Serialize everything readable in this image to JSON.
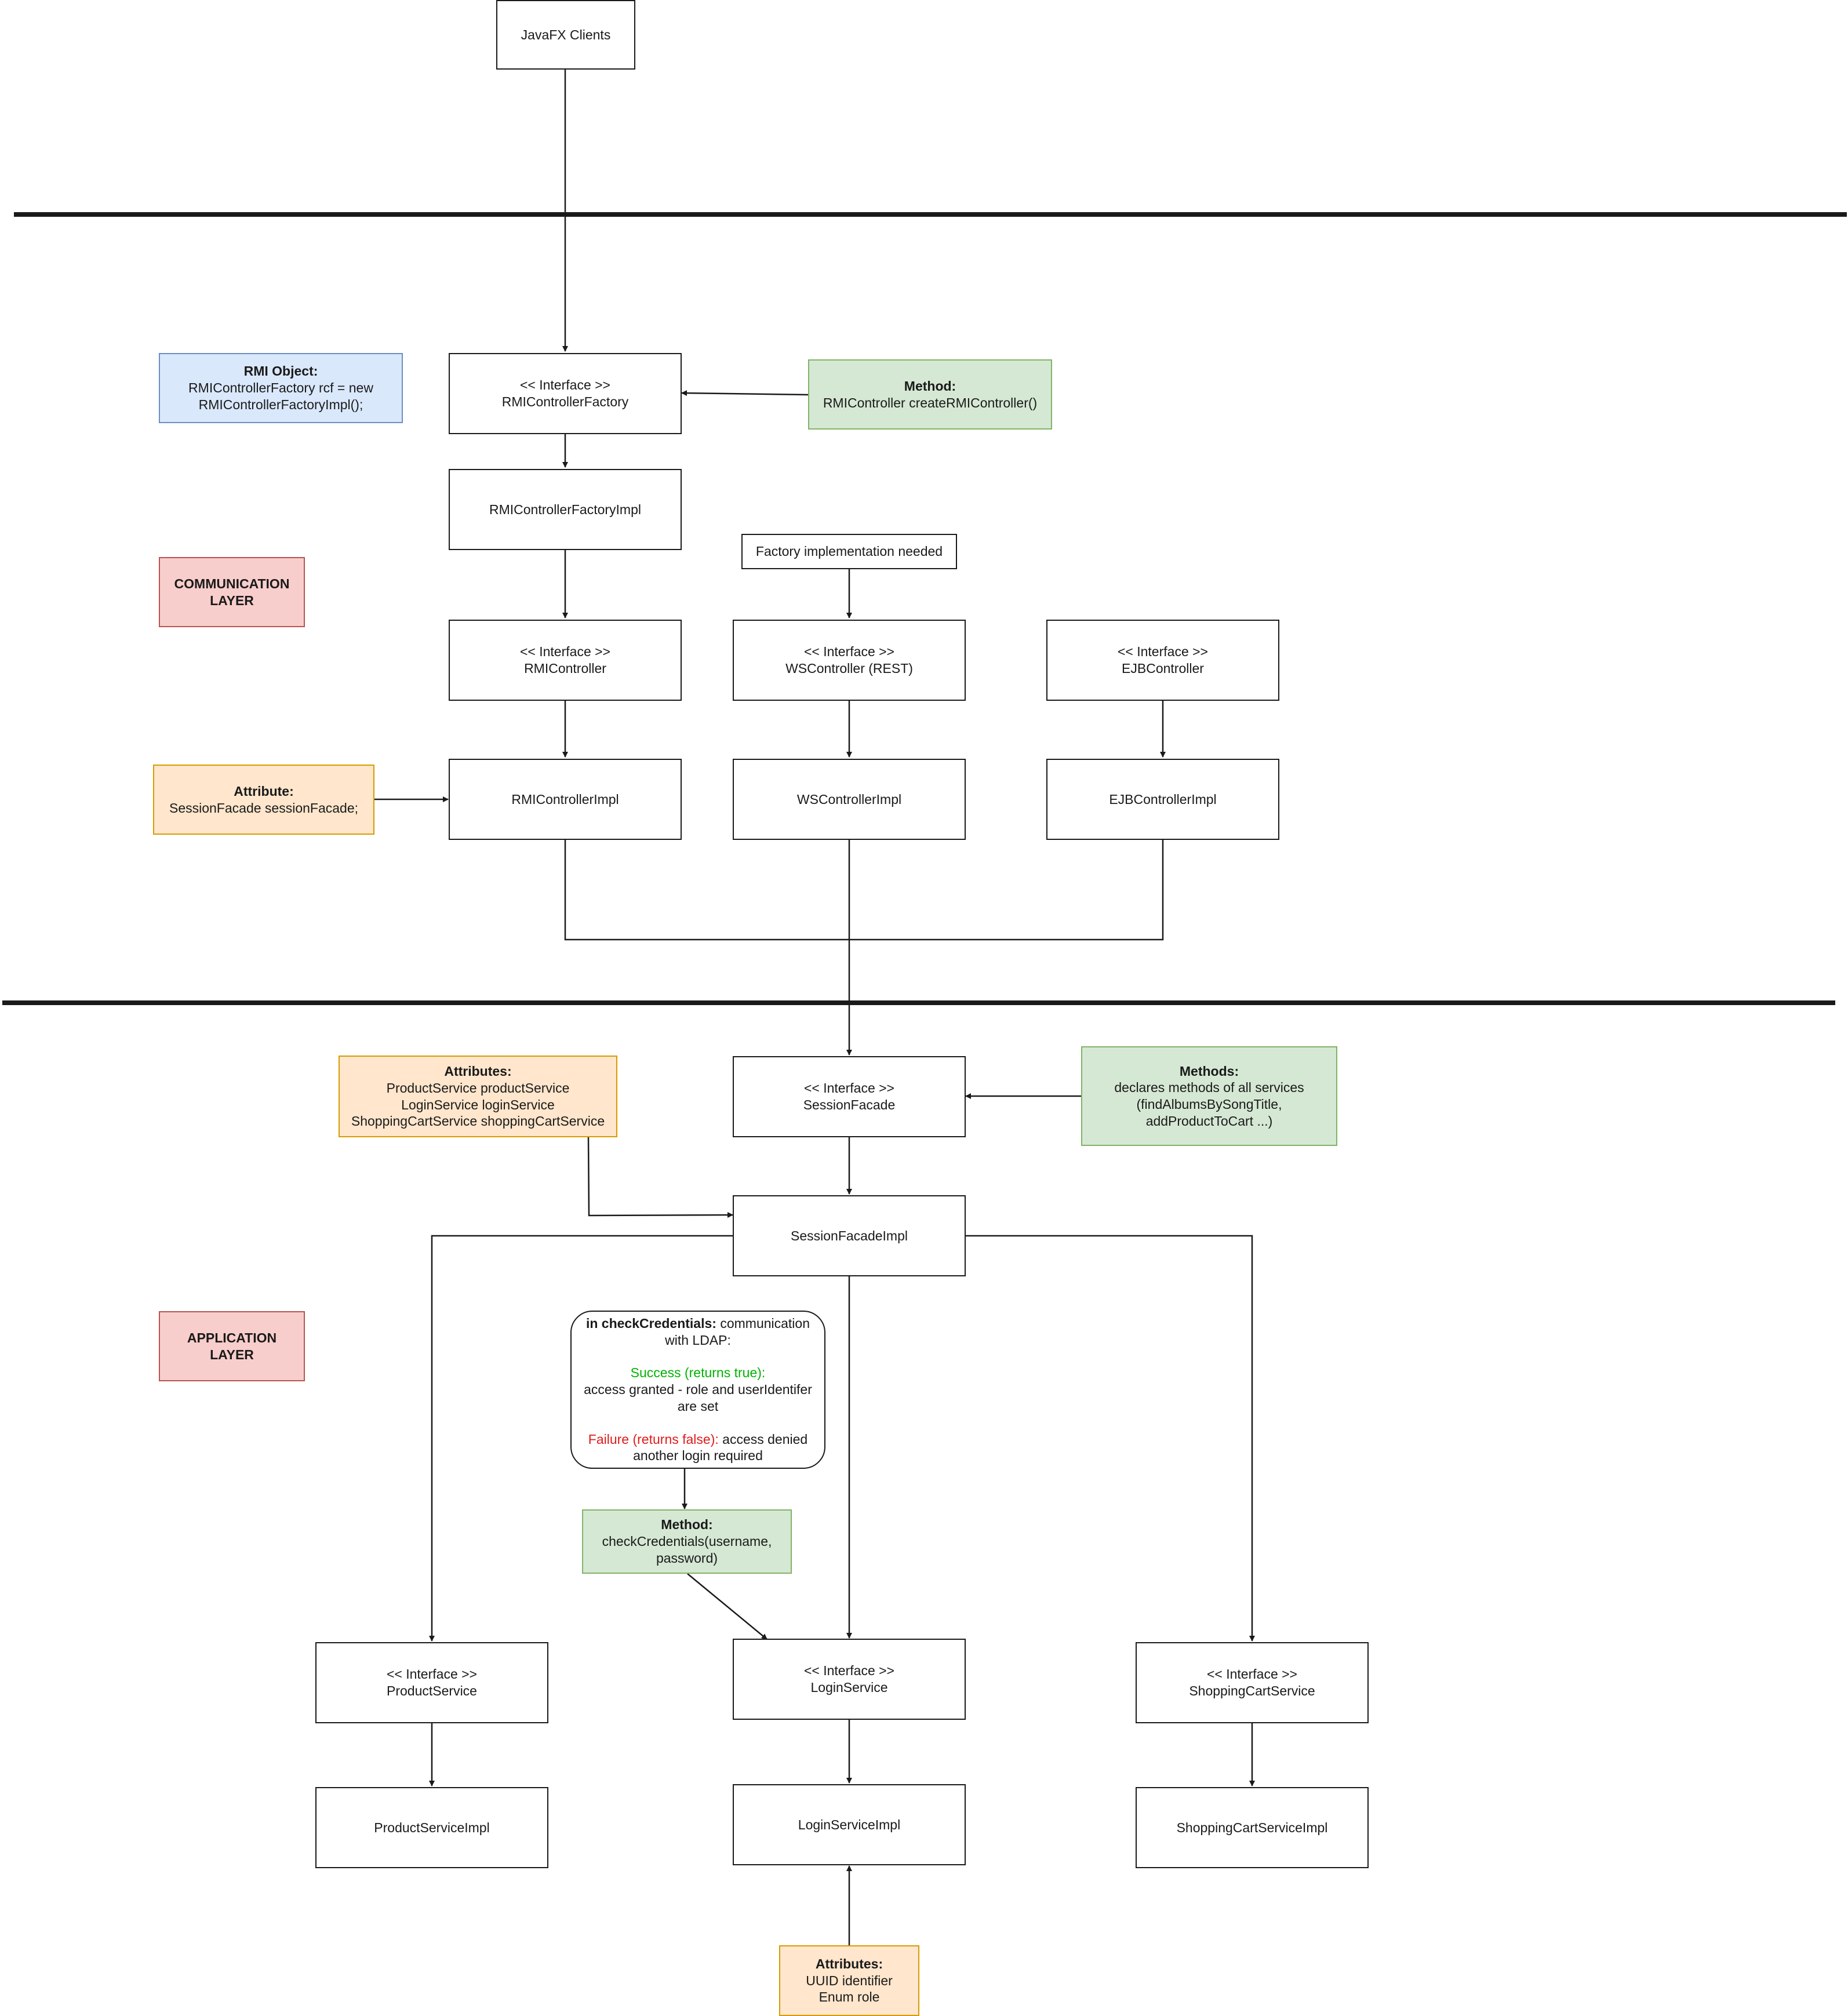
{
  "clients": {
    "label": "JavaFX Clients"
  },
  "communication_layer": {
    "label_line1": "COMMUNICATION",
    "label_line2": "LAYER",
    "rmi_object": {
      "title": "RMI Object:",
      "line1": "RMIControllerFactory rcf = new",
      "line2": "RMIControllerFactoryImpl();"
    },
    "factory_interface": {
      "stereotype": "<< Interface >>",
      "name": "RMIControllerFactory"
    },
    "factory_method": {
      "title": "Method:",
      "line1": "RMIController createRMIController()"
    },
    "factory_impl": {
      "name": "RMIControllerFactoryImpl"
    },
    "factory_needed": {
      "label": "Factory implementation needed"
    },
    "rmi_controller": {
      "stereotype": "<< Interface >>",
      "name": "RMIController"
    },
    "ws_controller": {
      "stereotype": "<< Interface >>",
      "name": "WSController (REST)"
    },
    "ejb_controller": {
      "stereotype": "<< Interface >>",
      "name": "EJBController"
    },
    "rmi_attribute": {
      "title": "Attribute:",
      "line1": "SessionFacade sessionFacade;"
    },
    "rmi_impl": {
      "name": "RMIControllerImpl"
    },
    "ws_impl": {
      "name": "WSControllerImpl"
    },
    "ejb_impl": {
      "name": "EJBControllerImpl"
    }
  },
  "application_layer": {
    "label_line1": "APPLICATION",
    "label_line2": "LAYER",
    "facade_attributes": {
      "title": "Attributes:",
      "line1": "ProductService productService",
      "line2": "LoginService loginService",
      "line3": "ShoppingCartService shoppingCartService"
    },
    "session_facade": {
      "stereotype": "<< Interface >>",
      "name": "SessionFacade"
    },
    "facade_methods": {
      "title": "Methods:",
      "line1": "declares methods of all services",
      "line2": "(findAlbumsBySongTitle,",
      "line3": "addProductToCart ...)"
    },
    "session_facade_impl": {
      "name": "SessionFacadeImpl"
    },
    "credentials_note": {
      "title": "in checkCredentials:",
      "title_rest": " communication",
      "line2": "with LDAP:",
      "success_label": "Success (returns true):",
      "success_line1": "access granted - role and userIdentifer",
      "success_line2": "are set",
      "failure_label": "Failure (returns false):",
      "failure_rest": " access denied",
      "failure_line2": "another login required"
    },
    "check_method": {
      "title": "Method:",
      "line1": "checkCredentials(username,",
      "line2": "password)"
    },
    "product_service": {
      "stereotype": "<< Interface >>",
      "name": "ProductService"
    },
    "login_service": {
      "stereotype": "<< Interface >>",
      "name": "LoginService"
    },
    "cart_service": {
      "stereotype": "<< Interface >>",
      "name": "ShoppingCartService"
    },
    "product_impl": {
      "name": "ProductServiceImpl"
    },
    "login_impl": {
      "name": "LoginServiceImpl"
    },
    "cart_impl": {
      "name": "ShoppingCartServiceImpl"
    },
    "login_attributes": {
      "title": "Attributes:",
      "line1": "UUID identifier",
      "line2": "Enum role"
    }
  }
}
